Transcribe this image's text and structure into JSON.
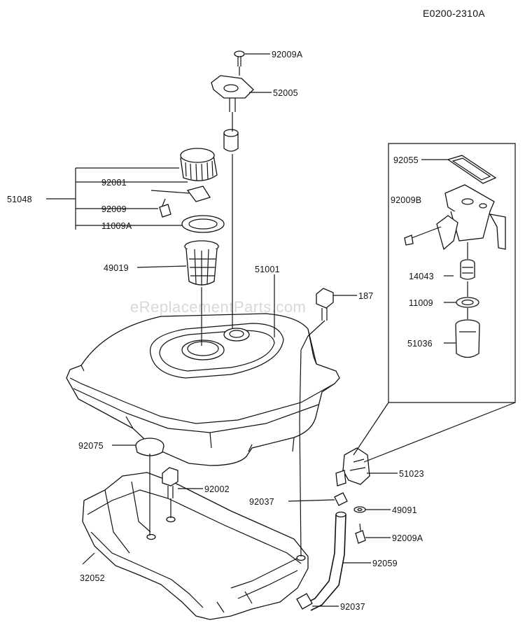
{
  "diagram": {
    "code": "E0200-2310A",
    "watermark": "eReplacementParts.com",
    "callouts": {
      "p92009A_top": "92009A",
      "p52005": "52005",
      "p51048": "51048",
      "p92081": "92081",
      "p92009": "92009",
      "p11009A": "11009A",
      "p49019": "49019",
      "p51001": "51001",
      "p187": "187",
      "p92075": "92075",
      "p92002": "92002",
      "p92037_mid": "92037",
      "p32052": "32052",
      "p92037_bottom": "92037",
      "p92059": "92059",
      "p51023": "51023",
      "p49091": "49091",
      "p92009A_right": "92009A",
      "p92055": "92055",
      "p92009B": "92009B",
      "p14043": "14043",
      "p11009": "11009",
      "p51036": "51036"
    }
  }
}
